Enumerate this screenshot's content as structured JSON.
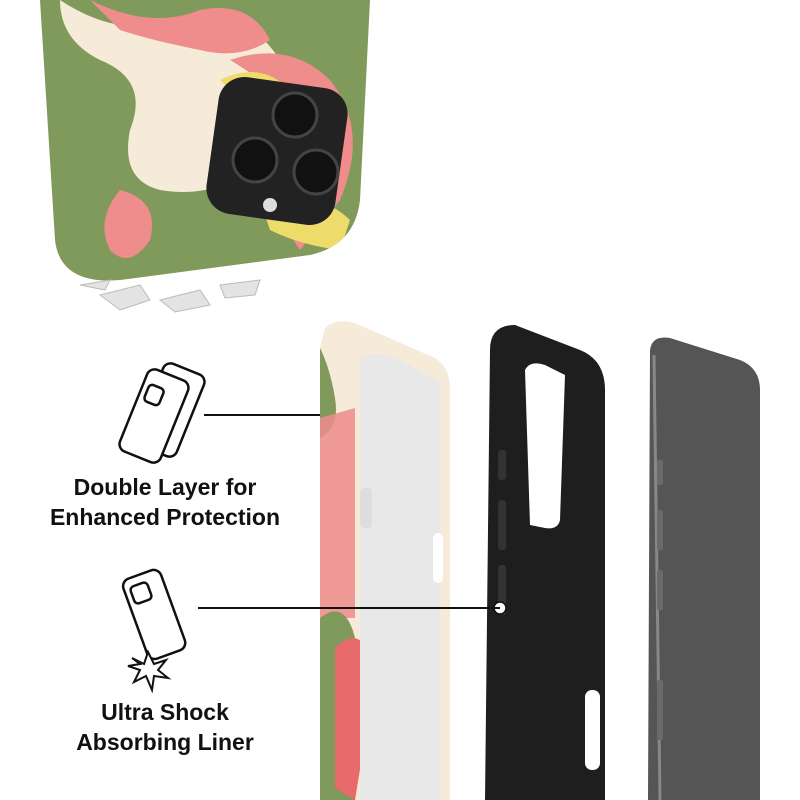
{
  "features": [
    {
      "line1": "Double Layer for",
      "line2": "Enhanced Protection",
      "icon": "double-layer-case-icon"
    },
    {
      "line1": "Ultra Shock",
      "line2": "Absorbing Liner",
      "icon": "shock-impact-case-icon"
    }
  ],
  "colors": {
    "green": "#7f9a5a",
    "pink": "#ef8c8c",
    "cream": "#f6ead8",
    "yellow": "#eedc6a",
    "liner": "#1e1e1e",
    "phone": "#5a5a5a"
  }
}
